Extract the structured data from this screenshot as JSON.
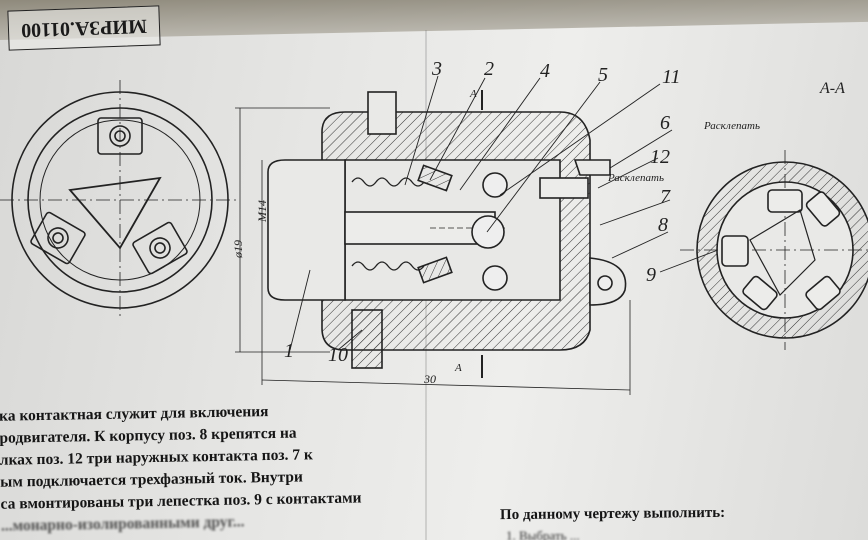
{
  "drawing": {
    "stamp_text": "МИРЗА.01100",
    "section_title": "А-А",
    "section_mark_top": "А",
    "section_mark_bottom": "А",
    "callouts": {
      "c3": "3",
      "c2": "2",
      "c4": "4",
      "c5": "5",
      "c11": "11",
      "c6": "6",
      "c12": "12",
      "c7": "7",
      "c8": "8",
      "c9": "9",
      "c1": "1",
      "c10": "10"
    },
    "note_rasklepat_1": "Расклепать",
    "note_rasklepat_2": "Расклепать",
    "dimensions": {
      "m14": "М14",
      "d19": "ø19",
      "len30": "30"
    }
  },
  "text": {
    "lines": [
      "ка контактная служит для включения",
      "родвигателя. К корпусу поз. 8 крепятся на",
      "лках поз. 12 три наружных контакта поз. 7 к",
      "ым подключается трехфазный ток. Внутри",
      "са вмонтированы три лепестка поз. 9 с контактами",
      "...монарно-изолированными друг..."
    ],
    "task_heading": "По данному чертежу выполнить:",
    "task_line_1": "1. Выбрать ..."
  }
}
